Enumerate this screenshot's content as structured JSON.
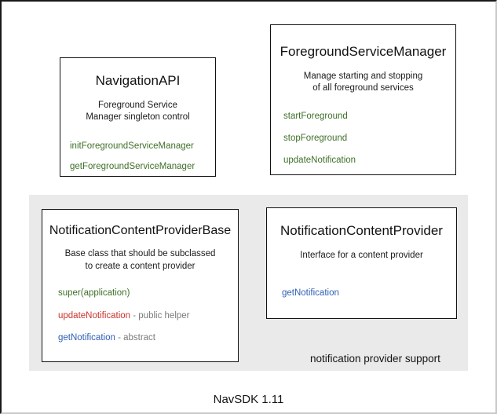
{
  "diagram": {
    "footer_label": "NavSDK 1.11",
    "group": {
      "caption": "notification provider support"
    },
    "colors": {
      "background": "#ffffff",
      "panel_gray": "#eaeaea",
      "box_border": "#111111",
      "text": "#111111",
      "method_green": "#3f7029",
      "method_blue": "#2f5fb5",
      "method_red": "#c9342c",
      "method_note_gray": "#7b7b7b"
    },
    "boxes": [
      {
        "id": "navigation-api",
        "title": "NavigationAPI",
        "description": "Foreground Service\nManager singleton control",
        "desc_line1": "Foreground Service",
        "desc_line2": "Manager singleton control",
        "members": [
          {
            "name": "initForegroundServiceManager",
            "color": "green",
            "note": ""
          },
          {
            "name": "getForegroundServiceManager",
            "color": "green",
            "note": ""
          }
        ]
      },
      {
        "id": "foreground-service-manager",
        "title": "ForegroundServiceManager",
        "desc_line1": "Manage starting and stopping",
        "desc_line2": "of all foreground services",
        "members": [
          {
            "name": "startForeground",
            "color": "green",
            "note": ""
          },
          {
            "name": "stopForeground",
            "color": "green",
            "note": ""
          },
          {
            "name": "updateNotification",
            "color": "green",
            "note": ""
          }
        ]
      },
      {
        "id": "notification-content-provider-base",
        "title": "NotificationContentProviderBase",
        "desc_line1": "Base class that should be subclassed",
        "desc_line2": "to create a content provider",
        "members": [
          {
            "name": "super(application)",
            "color": "green",
            "note": ""
          },
          {
            "name": "updateNotification",
            "color": "red",
            "note": " - public helper"
          },
          {
            "name": "getNotification",
            "color": "blue",
            "note": " - abstract"
          }
        ]
      },
      {
        "id": "notification-content-provider",
        "title": "NotificationContentProvider",
        "desc_line1": "Interface for a content provider",
        "desc_line2": "",
        "members": [
          {
            "name": "getNotification",
            "color": "blue",
            "note": ""
          }
        ]
      }
    ]
  }
}
